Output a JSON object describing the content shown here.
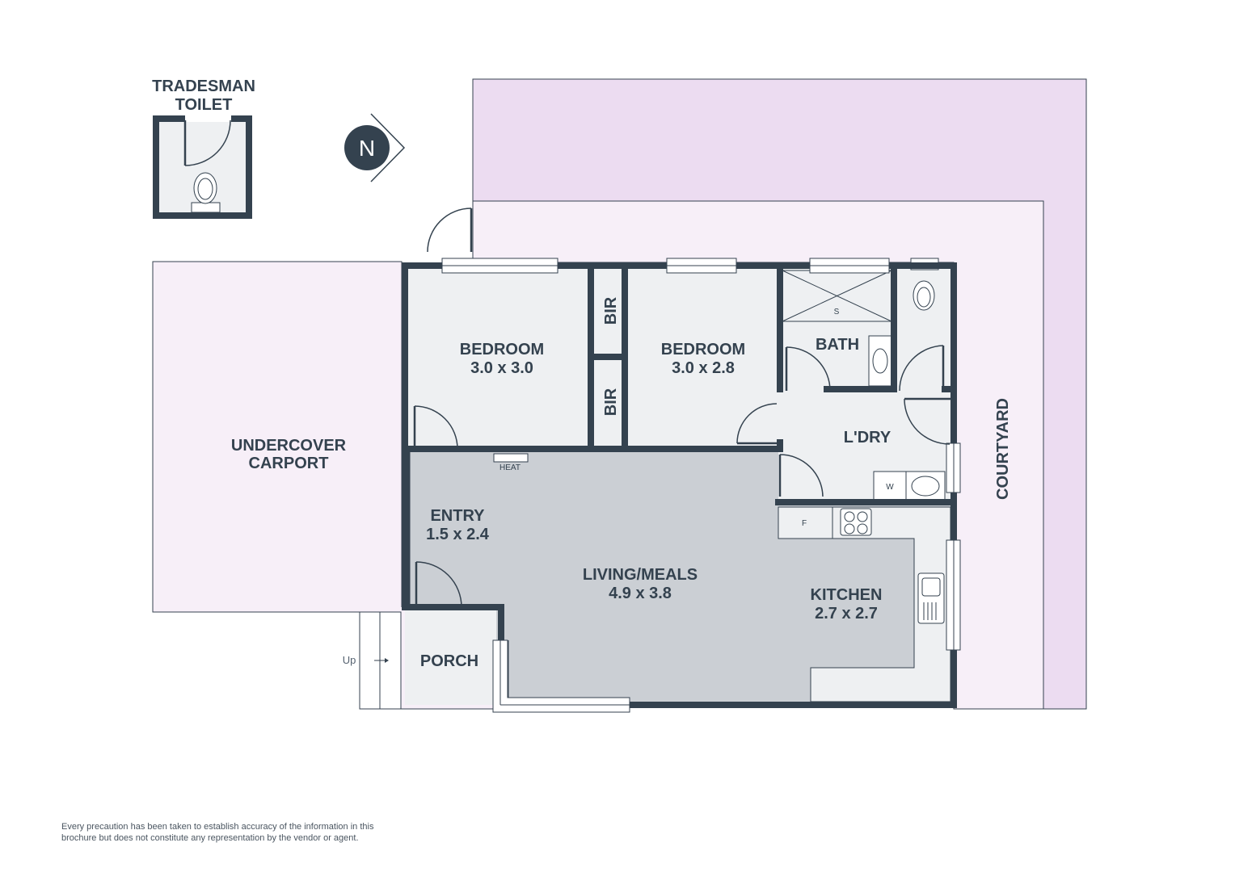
{
  "rooms": {
    "tradesman_toilet": "TRADESMAN\nTOILET",
    "bedroom1": {
      "name": "BEDROOM",
      "size": "3.0 x 3.0"
    },
    "bedroom2": {
      "name": "BEDROOM",
      "size": "3.0 x 2.8"
    },
    "bir": "BIR",
    "bath": "BATH",
    "laundry": "L'DRY",
    "undercover_carport": "UNDERCOVER\nCARPORT",
    "entry": {
      "name": "ENTRY",
      "size": "1.5 x 2.4"
    },
    "living_meals": {
      "name": "LIVING/MEALS",
      "size": "4.9 x 3.8"
    },
    "kitchen": {
      "name": "KITCHEN",
      "size": "2.7 x 2.7"
    },
    "porch": "PORCH",
    "courtyard": "COURTYARD"
  },
  "fixtures": {
    "heat": "HEAT",
    "shower": "S",
    "washer": "W",
    "fridge": "F",
    "up": "Up"
  },
  "compass": {
    "letter": "N"
  },
  "disclaimer": "Every precaution has been taken to establish accuracy of the information in this brochure but does not constitute any representation by the vendor or agent.",
  "colors": {
    "wall": "#34424f",
    "courtyard_dark": "#ecdcf1",
    "courtyard_light": "#f7eff8",
    "interior": "#eef0f2",
    "living": "#cbcfd4"
  }
}
